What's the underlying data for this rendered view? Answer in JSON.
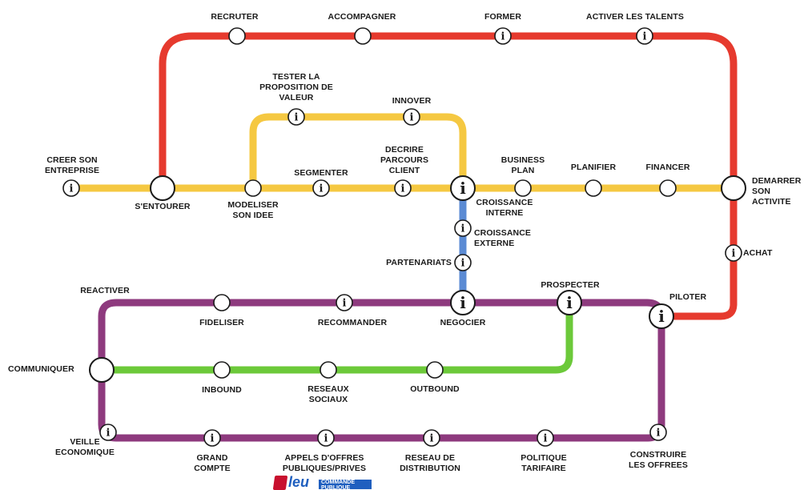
{
  "colors": {
    "red_line": "#e63a2e",
    "yellow_line": "#f5c842",
    "blue_line": "#5b8bd4",
    "purple_line": "#8e3a7e",
    "green_line": "#6cc93a",
    "station_fill": "#ffffff",
    "station_stroke": "#1a1a1a"
  },
  "info_glyph": "i",
  "lines": [
    {
      "id": "red",
      "color": "red_line"
    },
    {
      "id": "yellow",
      "color": "yellow_line"
    },
    {
      "id": "blue",
      "color": "blue_line"
    },
    {
      "id": "purple",
      "color": "purple_line"
    },
    {
      "id": "green",
      "color": "green_line"
    }
  ],
  "stations": {
    "creer_son_entreprise": {
      "label": "CREER SON\nENTREPRISE",
      "icon": "info-icon"
    },
    "s_entourer": {
      "label": "S'ENTOURER",
      "icon": "hub"
    },
    "modeliser_son_idee": {
      "label": "MODELISER\nSON IDEE",
      "icon": "stop"
    },
    "segmenter": {
      "label": "SEGMENTER",
      "icon": "info-icon"
    },
    "decrire_parcours_client": {
      "label": "DECRIRE\nPARCOURS\nCLIENT",
      "icon": "info-icon"
    },
    "tester_la_proposition": {
      "label": "TESTER LA\nPROPOSITION DE\nVALEUR",
      "icon": "info-icon"
    },
    "innover": {
      "label": "INNOVER",
      "icon": "info-icon"
    },
    "croissance_interne": {
      "label": "CROISSANCE\nINTERNE",
      "icon": "info-icon"
    },
    "business_plan": {
      "label": "BUSINESS\nPLAN",
      "icon": "stop"
    },
    "planifier": {
      "label": "PLANIFIER",
      "icon": "stop"
    },
    "financer": {
      "label": "FINANCER",
      "icon": "stop"
    },
    "demarrer_son_activite": {
      "label": "DEMARRER\nSON ACTIVITE",
      "icon": "hub"
    },
    "recruter": {
      "label": "RECRUTER",
      "icon": "stop"
    },
    "accompagner": {
      "label": "ACCOMPAGNER",
      "icon": "stop"
    },
    "former": {
      "label": "FORMER",
      "icon": "info-icon"
    },
    "activer_les_talents": {
      "label": "ACTIVER LES TALENTS",
      "icon": "info-icon"
    },
    "croissance_externe": {
      "label": "CROISSANCE\nEXTERNE",
      "icon": "info-icon"
    },
    "partenariats": {
      "label": "PARTENARIATS",
      "icon": "info-icon"
    },
    "achat": {
      "label": "ACHAT",
      "icon": "info-icon"
    },
    "negocier": {
      "label": "NEGOCIER",
      "icon": "info-icon"
    },
    "recommander": {
      "label": "RECOMMANDER",
      "icon": "info-icon"
    },
    "fideliser": {
      "label": "FIDELISER",
      "icon": "stop"
    },
    "reactiver": {
      "label": "REACTIVER",
      "icon": "none"
    },
    "prospecter": {
      "label": "PROSPECTER",
      "icon": "info-icon"
    },
    "piloter": {
      "label": "PILOTER",
      "icon": "info-icon"
    },
    "communiquer": {
      "label": "COMMUNIQUER",
      "icon": "hub"
    },
    "inbound": {
      "label": "INBOUND",
      "icon": "stop"
    },
    "reseaux_sociaux": {
      "label": "RESEAUX\nSOCIAUX",
      "icon": "stop"
    },
    "outbound": {
      "label": "OUTBOUND",
      "icon": "stop"
    },
    "veille_economique": {
      "label": "VEILLE\nECONOMIQUE",
      "icon": "info-icon"
    },
    "grand_compte": {
      "label": "GRAND\nCOMPTE",
      "icon": "info-icon"
    },
    "appels_d_offres": {
      "label": "APPELS D'OFFRES\nPUBLIQUES/PRIVES",
      "icon": "info-icon"
    },
    "reseau_de_distribution": {
      "label": "RESEAU DE\nDISTRIBUTION",
      "icon": "info-icon"
    },
    "politique_tarifaire": {
      "label": "POLITIQUE\nTARIFAIRE",
      "icon": "info-icon"
    },
    "construire_les_offrees": {
      "label": "CONSTRUIRE\nLES OFFREES",
      "icon": "info-icon"
    }
  },
  "logo": {
    "word": "leu",
    "banner_text": "COMMANDE PUBLIQUE",
    "icon": "book-logo-icon"
  }
}
